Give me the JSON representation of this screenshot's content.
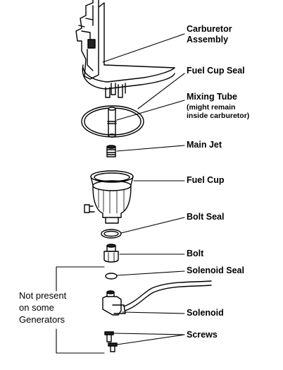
{
  "labels": {
    "carburetor_assembly": [
      "Carburetor",
      "Assembly"
    ],
    "fuel_cup_seal": "Fuel Cup Seal",
    "mixing_tube": "Mixing Tube",
    "mixing_tube_note": [
      "(might remain",
      "inside carburetor)"
    ],
    "main_jet": "Main Jet",
    "fuel_cup": "Fuel Cup",
    "bolt_seal": "Bolt Seal",
    "bolt": "Bolt",
    "solenoid_seal": "Solenoid Seal",
    "solenoid": "Solenoid",
    "screws": "Screws"
  },
  "bracket_note": [
    "Not present",
    "on some",
    "Generators"
  ]
}
